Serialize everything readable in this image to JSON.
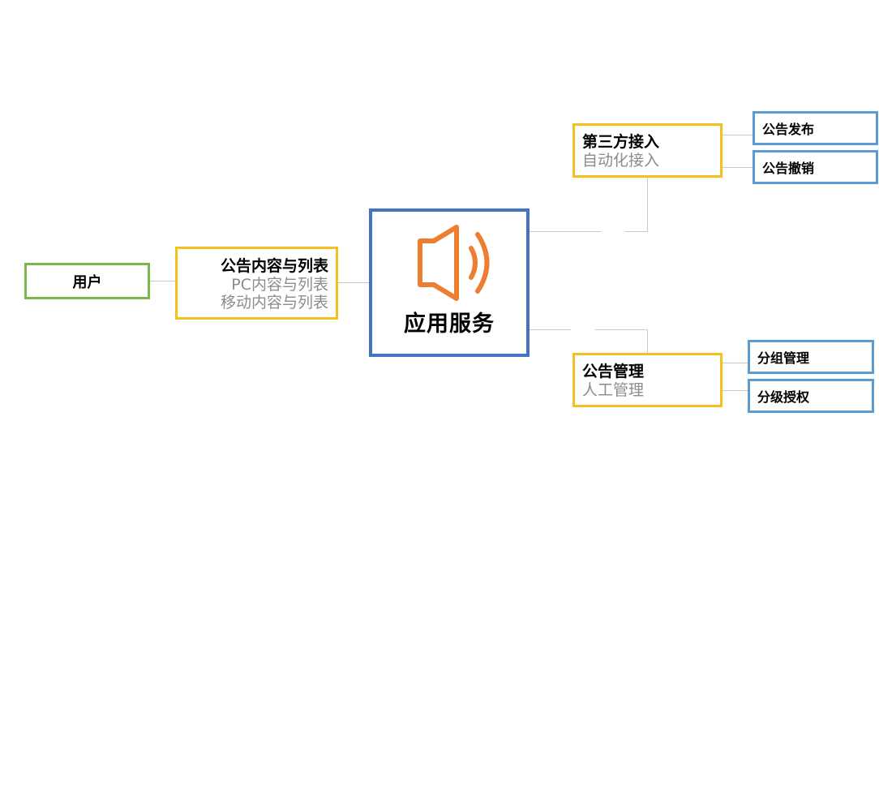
{
  "nodes": {
    "user": {
      "label": "用户"
    },
    "content": {
      "title": "公告内容与列表",
      "lines": [
        "PC内容与列表",
        "移动内容与列表"
      ]
    },
    "center": {
      "label": "应用服务",
      "icon": "speaker-icon"
    },
    "third_party": {
      "title": "第三方接入",
      "sub": "自动化接入"
    },
    "management": {
      "title": "公告管理",
      "sub": "人工管理"
    },
    "leaves": {
      "publish": "公告发布",
      "revoke": "公告撤销",
      "group_mgmt": "分组管理",
      "level_auth": "分级授权"
    }
  },
  "colors": {
    "user_border": "#7ab648",
    "mid_border": "#f5c020",
    "leaf_border": "#5b9bd5",
    "center_border": "#4472c4",
    "icon": "#ed7d31",
    "connector": "#c8c8c8",
    "sub_text": "#8c8c8c"
  }
}
